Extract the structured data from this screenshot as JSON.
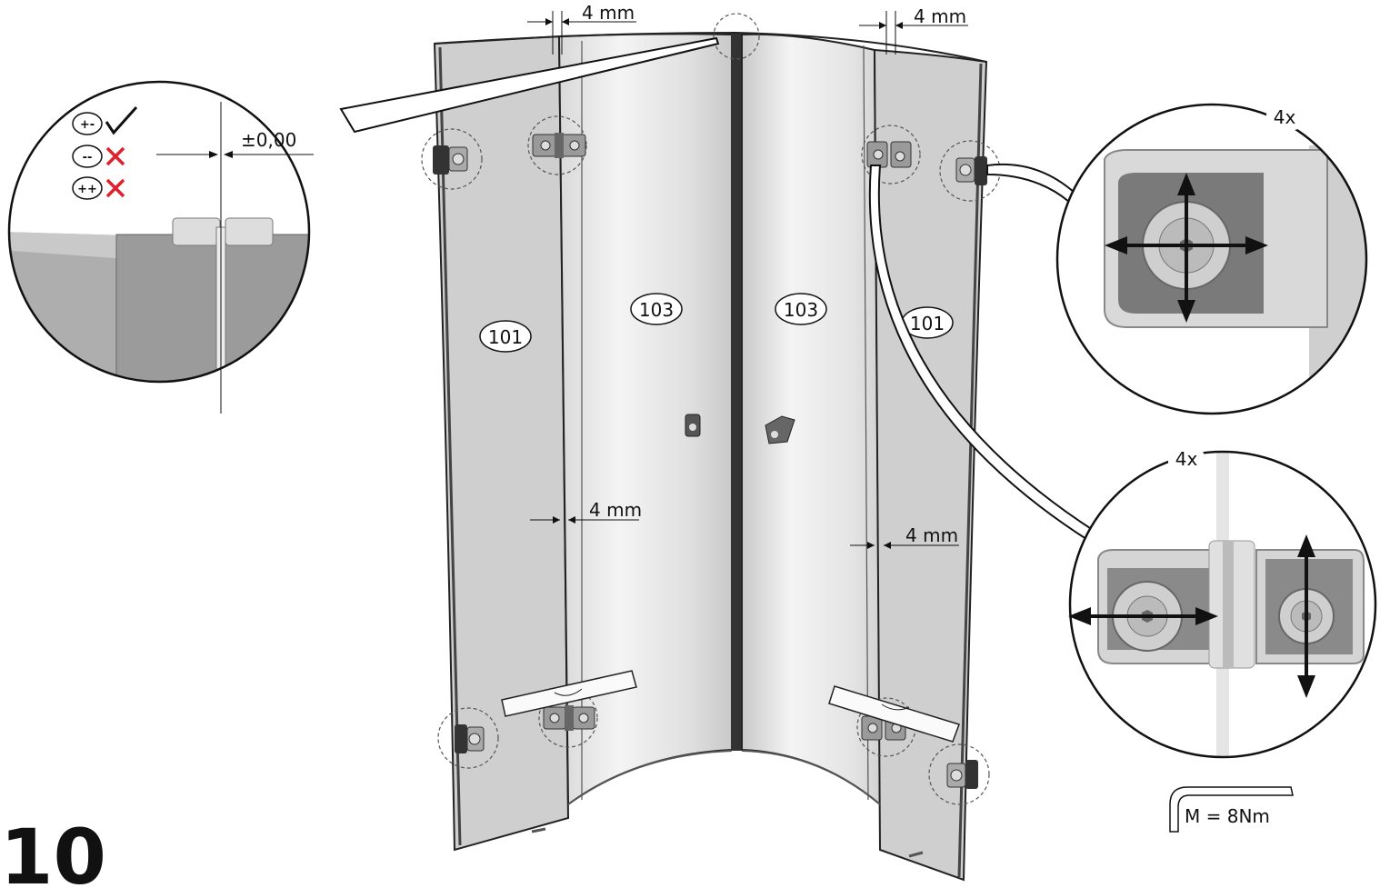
{
  "step_number": "10",
  "part_labels": {
    "left_outer": "101",
    "left_inner": "103",
    "right_inner": "103",
    "right_outer": "101"
  },
  "dimensions": {
    "top_left_gap": "4 mm",
    "top_right_gap": "4 mm",
    "mid_left_gap": "4 mm",
    "mid_right_gap": "4 mm",
    "alignment": "±0,00"
  },
  "detail_callouts": {
    "hinge_qty": "4x",
    "bracket_qty": "4x"
  },
  "torque_spec": "M = 8Nm",
  "legend": [
    {
      "symbol": "+-",
      "status": "ok"
    },
    {
      "symbol": "--",
      "status": "wrong"
    },
    {
      "symbol": "++",
      "status": "wrong"
    }
  ],
  "colors": {
    "accent_wrong": "#e0202a",
    "line": "#111111"
  }
}
